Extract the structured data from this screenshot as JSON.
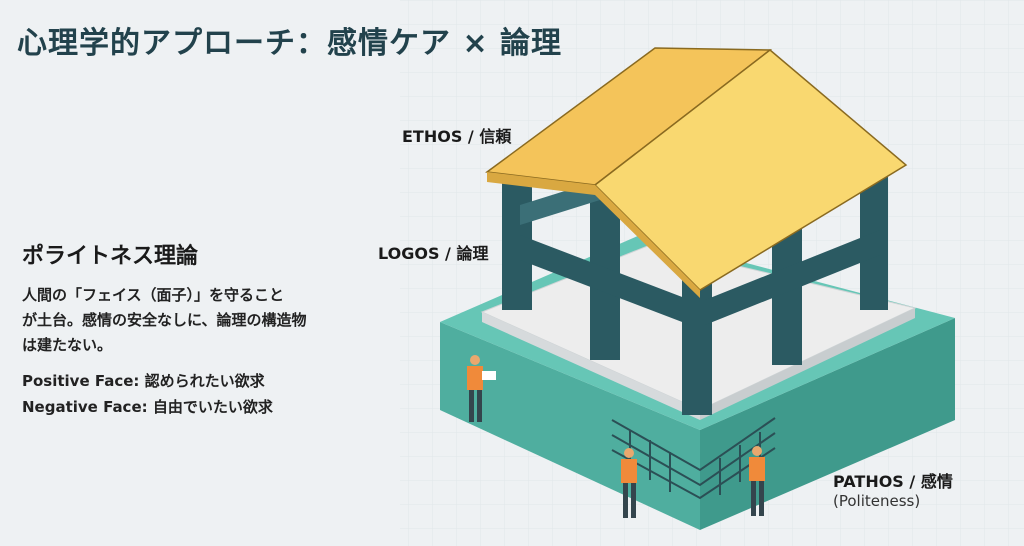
{
  "title": "心理学的アプローチ：感情ケア × 論理",
  "labels": {
    "ethos": "ETHOS / 信頼",
    "logos": "LOGOS / 論理",
    "pathos": "PATHOS / 感情",
    "pathos_sub": "(Politeness)"
  },
  "panel": {
    "heading": "ポライトネス理論",
    "body_lines": [
      "人間の「フェイス（面子）」を守ること",
      "が土台。感情の安全なしに、論理の構造物",
      "は建たない。"
    ],
    "positive_face": "Positive Face: 認められたい欲求",
    "negative_face": "Negative Face: 自由でいたい欲求"
  },
  "colors": {
    "roof": "#f6cf62",
    "column": "#2b5a62",
    "base": "#5fbfb0",
    "floor": "#ececec",
    "title": "#22424c"
  }
}
